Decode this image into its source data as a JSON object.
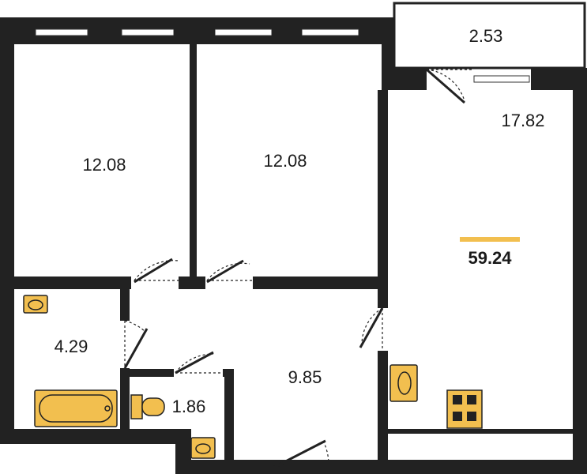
{
  "plan": {
    "total_area": "59.24",
    "rooms": [
      {
        "id": "bedroom-1",
        "area": "12.08"
      },
      {
        "id": "bedroom-2",
        "area": "12.08"
      },
      {
        "id": "balcony",
        "area": "2.53"
      },
      {
        "id": "living-kitchen",
        "area": "17.82"
      },
      {
        "id": "bathroom",
        "area": "4.29"
      },
      {
        "id": "hallway",
        "area": "9.85"
      },
      {
        "id": "toilet",
        "area": "1.86"
      }
    ]
  },
  "colors": {
    "wall": "#222222",
    "fixture": "#f2bf4f",
    "total_accent": "#f2bf4f",
    "background": "#ffffff"
  }
}
